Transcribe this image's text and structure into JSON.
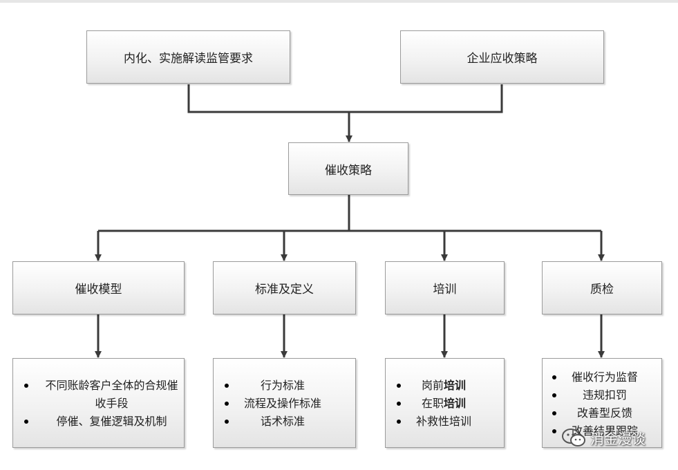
{
  "top_boxes": {
    "regulatory": "内化、实施解读监管要求",
    "enterprise": "企业应收策略"
  },
  "center_box": "催收策略",
  "categories": {
    "model": "催收模型",
    "standards": "标准及定义",
    "training": "培训",
    "qc": "质检"
  },
  "details": {
    "model": [
      "不同账龄客户全体的合规催收手段",
      "停催、复催逻辑及机制"
    ],
    "standards": [
      "行为标准",
      "流程及操作标准",
      "话术标准"
    ],
    "training": {
      "item1_prefix": "岗前",
      "item1_bold": "培训",
      "item2_prefix": "在职",
      "item2_bold": "培训",
      "item3": "补救性培训"
    },
    "qc": [
      "催收行为监督",
      "违规扣罚",
      "改善型反馈",
      "改善结果跟踪"
    ]
  },
  "watermark": "消金漫谈",
  "colors": {
    "line": "#3a3a3a",
    "border": "#9a9a9a"
  }
}
